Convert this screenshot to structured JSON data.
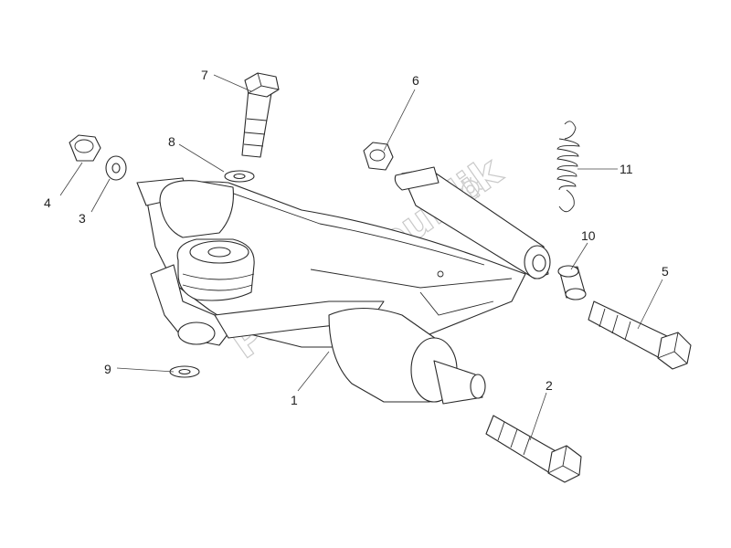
{
  "watermark": "PartsRepublik",
  "colors": {
    "line": "#2a2a2a",
    "watermark": "#c9c9c9",
    "background": "#ffffff"
  },
  "icons": {
    "watermark_logo": "gear-icon"
  },
  "callouts": [
    "1",
    "2",
    "3",
    "4",
    "5",
    "6",
    "7",
    "8",
    "9",
    "10",
    "11"
  ]
}
